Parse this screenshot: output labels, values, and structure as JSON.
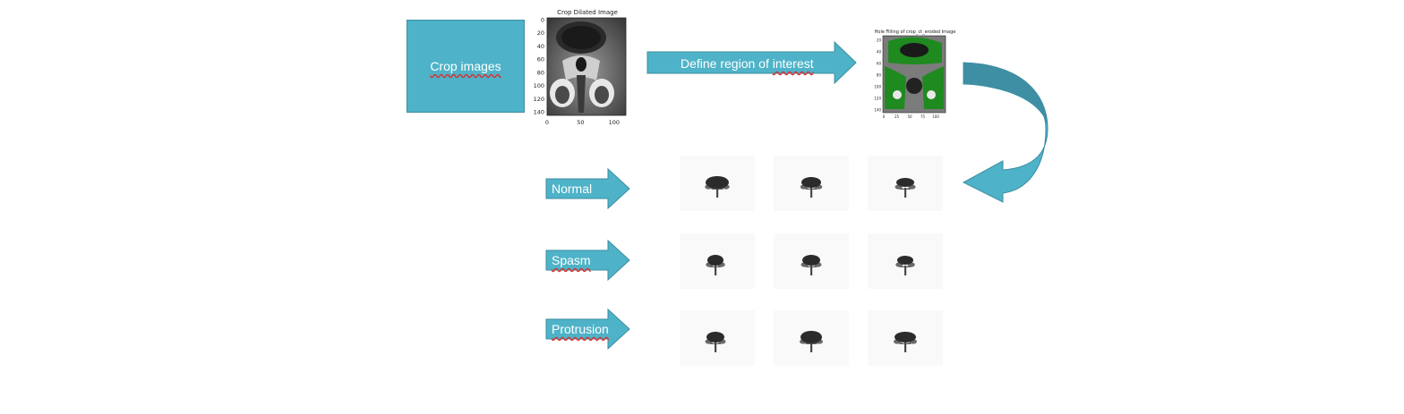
{
  "steps": {
    "crop": "Crop images",
    "roi": "Define region of interest"
  },
  "plot_dilated": {
    "title": "Crop Dilated Image",
    "yticks": [
      "0",
      "20",
      "40",
      "60",
      "80",
      "100",
      "120",
      "140"
    ],
    "xticks": [
      "0",
      "50",
      "100"
    ]
  },
  "plot_hole": {
    "title": "Hole Filling of crop_ct_eroded Image",
    "yticks": [
      "20",
      "40",
      "60",
      "80",
      "100",
      "120",
      "140"
    ],
    "xticks": [
      "0",
      "25",
      "50",
      "75",
      "100"
    ]
  },
  "classes": [
    {
      "label": "Normal"
    },
    {
      "label": "Spasm"
    },
    {
      "label": "Protrusion"
    }
  ],
  "colors": {
    "box_fill": "#4eb3c8",
    "arrow_fill": "#4eb3c8",
    "curve_dark": "#3e8fa3",
    "green": "#1f8a1f"
  }
}
